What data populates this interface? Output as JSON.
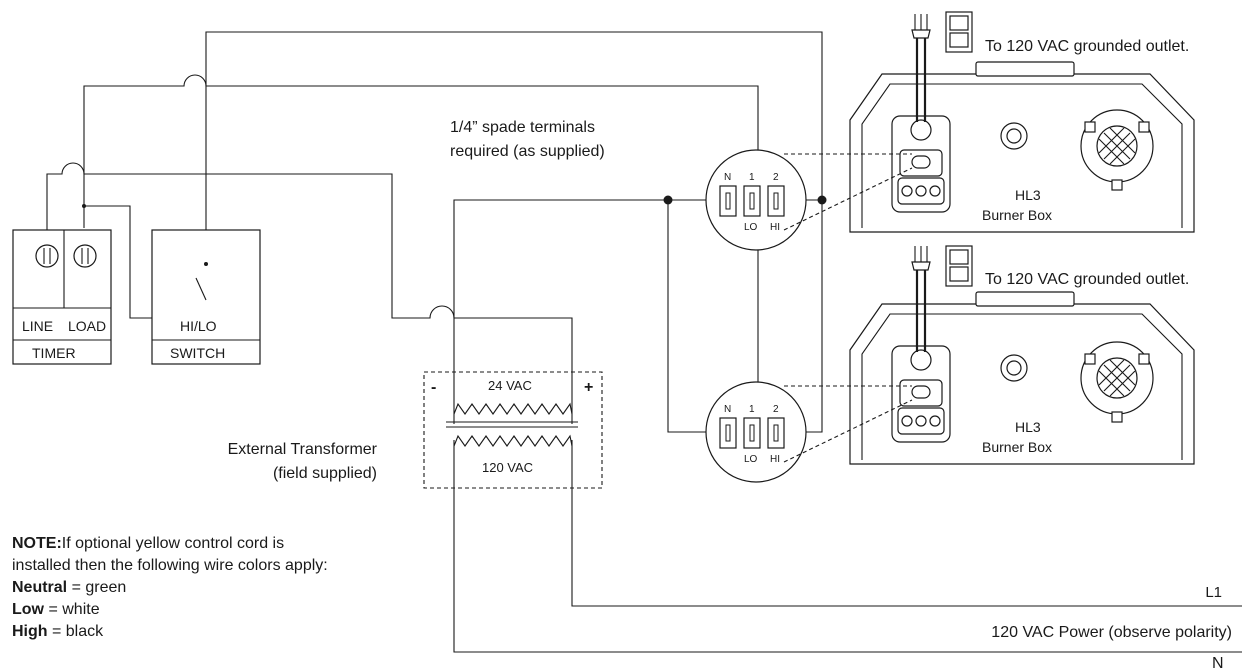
{
  "outlet_label": "To 120 VAC grounded outlet.",
  "spade_terminals_line1": "1/4” spade terminals",
  "spade_terminals_line2": "required (as supplied)",
  "timer": {
    "line": "LINE",
    "load": "LOAD",
    "title": "TIMER"
  },
  "switch": {
    "label": "HI/LO",
    "title": "SWITCH"
  },
  "transformer": {
    "secondary": "24 VAC",
    "primary": "120 VAC",
    "minus": "-",
    "plus": "+",
    "label_line1": "External Transformer",
    "label_line2": "(field supplied)"
  },
  "terminal_block": {
    "n": "N",
    "t1": "1",
    "t2": "2",
    "lo": "LO",
    "hi": "HI"
  },
  "burner_box": {
    "model": "HL3",
    "name": "Burner Box"
  },
  "power": {
    "l1": "L1",
    "label": "120 VAC Power (observe polarity)",
    "n": "N"
  },
  "note": {
    "heading": "NOTE:",
    "line1": "If optional yellow control cord is",
    "line2": "installed then the following wire colors apply:",
    "colors": [
      {
        "name": "Neutral",
        "value": " = green"
      },
      {
        "name": "Low",
        "value": " = white"
      },
      {
        "name": "High",
        "value": " = black"
      }
    ]
  }
}
